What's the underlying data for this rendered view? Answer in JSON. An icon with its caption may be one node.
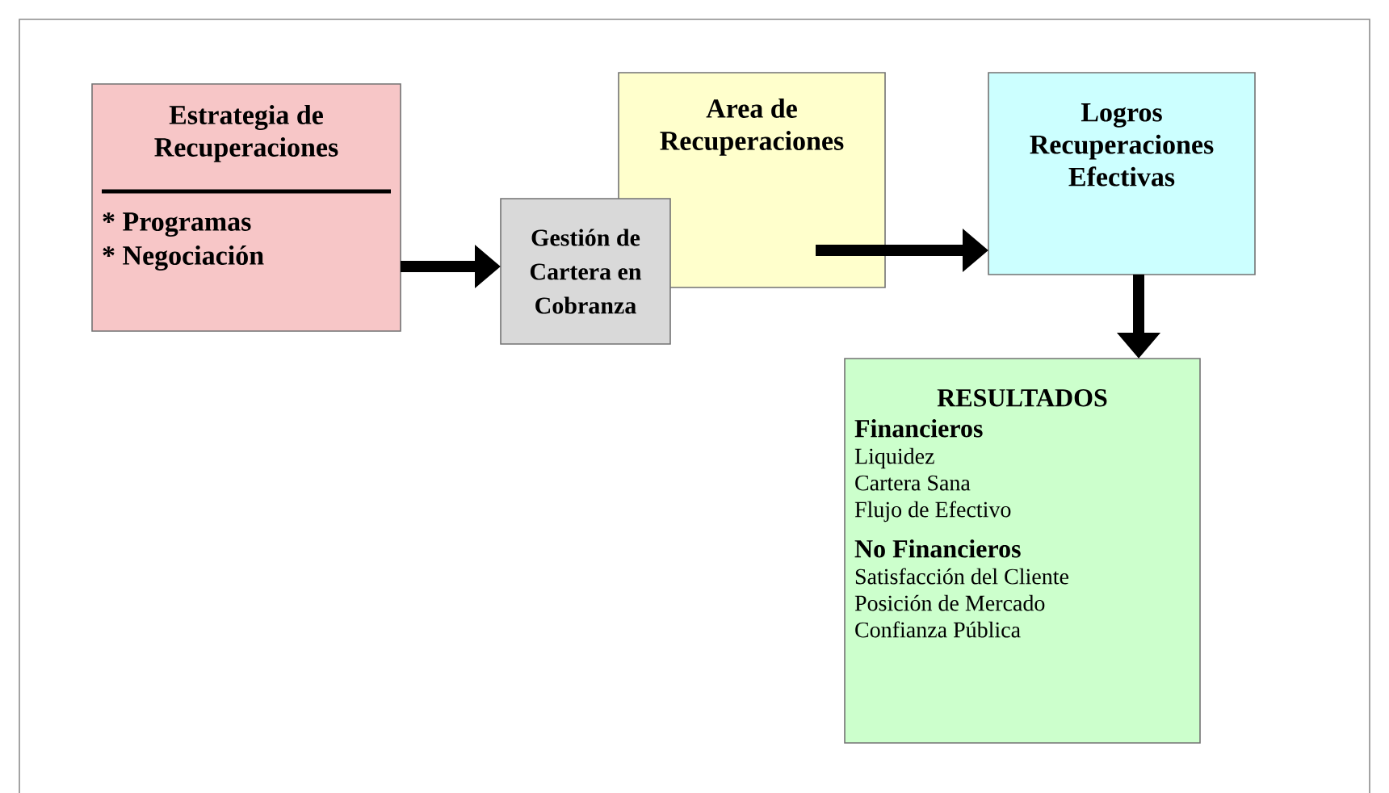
{
  "diagram": {
    "nodes": [
      {
        "text": [
          "Estrategia de Recuperaciones",
          "* Programas",
          "* Negociación"
        ]
      },
      {
        "text": [
          "Gestión de Cartera en Cobranza"
        ]
      },
      {
        "text": [
          "Area de Recuperaciones"
        ]
      },
      {
        "text": [
          "Logros Recuperaciones Efectivas"
        ]
      },
      {
        "text": [
          "RESULTADOS",
          "Financieros",
          "Liquidez",
          "Cartera Sana",
          "Flujo de Efectivo",
          "No Financieros",
          "Satisfacción del Cliente",
          "Posición  de Mercado",
          "Confianza Pública"
        ]
      }
    ],
    "edges": [
      {
        "from": 0,
        "to": 1,
        "arrow": "to"
      },
      {
        "from": 2,
        "to": 3,
        "arrow": "to"
      },
      {
        "from": 3,
        "to": 4,
        "arrow": "to"
      }
    ]
  }
}
